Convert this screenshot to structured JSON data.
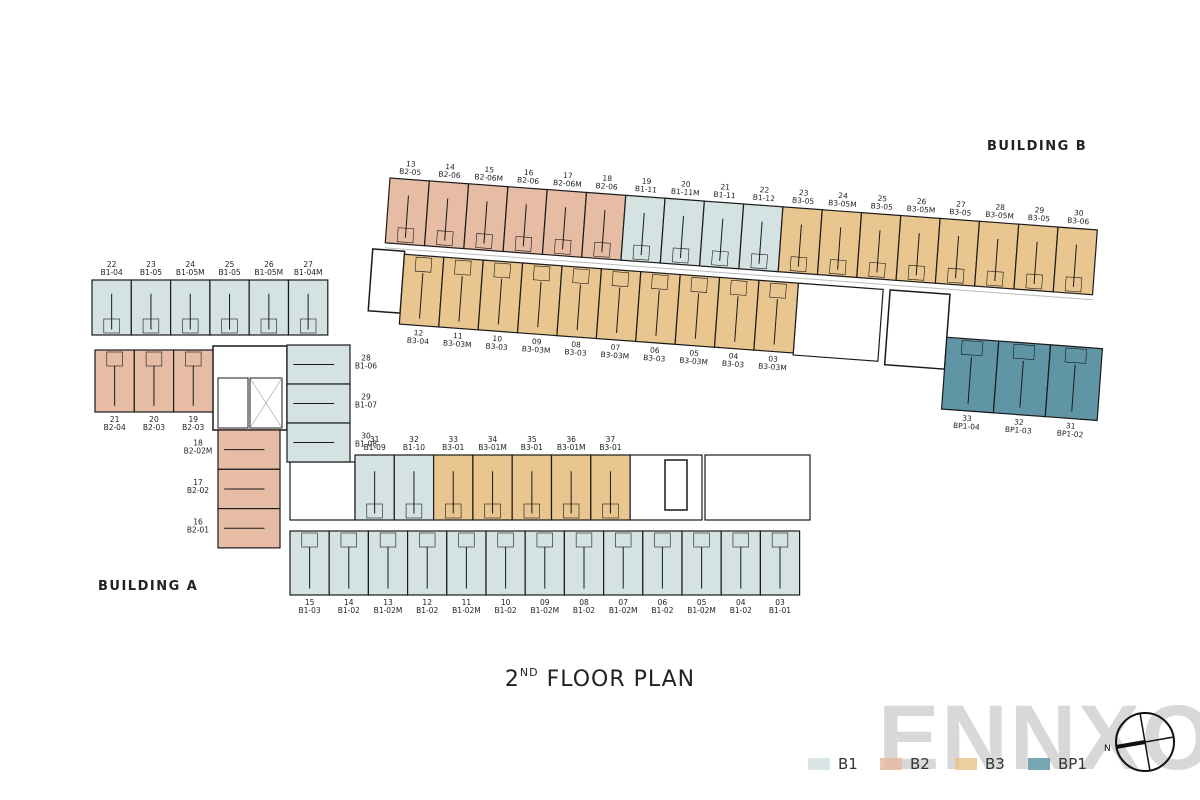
{
  "title": {
    "prefix": "2",
    "sup": "ND",
    "main": "FLOOR PLAN"
  },
  "buildings": {
    "a": "BUILDING A",
    "b": "BUILDING B"
  },
  "watermark": "ENNXO",
  "compass": {
    "label": "N",
    "icon": "north-arrow-compass-icon"
  },
  "colors": {
    "B1": "#d4e2e2",
    "B2": "#e6bca5",
    "B3": "#e9c68f",
    "BP1": "#5f95a5",
    "wall": "#1a1a1a",
    "watermark": "#d8d8d8"
  },
  "legend": [
    {
      "key": "B1",
      "label": "B1"
    },
    {
      "key": "B2",
      "label": "B2"
    },
    {
      "key": "B3",
      "label": "B3"
    },
    {
      "key": "BP1",
      "label": "BP1"
    }
  ],
  "building_b": {
    "north_units": [
      {
        "no": "13",
        "type": "B2-05"
      },
      {
        "no": "14",
        "type": "B2-06"
      },
      {
        "no": "15",
        "type": "B2-06M"
      },
      {
        "no": "16",
        "type": "B2-06"
      },
      {
        "no": "17",
        "type": "B2-06M"
      },
      {
        "no": "18",
        "type": "B2-06"
      },
      {
        "no": "19",
        "type": "B1-11"
      },
      {
        "no": "20",
        "type": "B1-11M"
      },
      {
        "no": "21",
        "type": "B1-11"
      },
      {
        "no": "22",
        "type": "B1-12"
      },
      {
        "no": "23",
        "type": "B3-05"
      },
      {
        "no": "24",
        "type": "B3-05M"
      },
      {
        "no": "25",
        "type": "B3-05"
      },
      {
        "no": "26",
        "type": "B3-05M"
      },
      {
        "no": "27",
        "type": "B3-05"
      },
      {
        "no": "28",
        "type": "B3-05M"
      },
      {
        "no": "29",
        "type": "B3-05"
      },
      {
        "no": "30",
        "type": "B3-06"
      }
    ],
    "south_units": [
      {
        "no": "12",
        "type": "B3-04"
      },
      {
        "no": "11",
        "type": "B3-03M"
      },
      {
        "no": "10",
        "type": "B3-03"
      },
      {
        "no": "09",
        "type": "B3-03M"
      },
      {
        "no": "08",
        "type": "B3-03"
      },
      {
        "no": "07",
        "type": "B3-03M"
      },
      {
        "no": "06",
        "type": "B3-03"
      },
      {
        "no": "05",
        "type": "B3-03M"
      },
      {
        "no": "04",
        "type": "B3-03"
      },
      {
        "no": "03",
        "type": "B3-03M"
      }
    ],
    "bp_units": [
      {
        "no": "33",
        "type": "BP1-04"
      },
      {
        "no": "32",
        "type": "BP1-03"
      },
      {
        "no": "31",
        "type": "BP1-02"
      }
    ]
  },
  "building_a": {
    "north_units": [
      {
        "no": "22",
        "type": "B1-04"
      },
      {
        "no": "23",
        "type": "B1-05"
      },
      {
        "no": "24",
        "type": "B1-05M"
      },
      {
        "no": "25",
        "type": "B1-05"
      },
      {
        "no": "26",
        "type": "B1-05M"
      },
      {
        "no": "27",
        "type": "B1-04M"
      }
    ],
    "west_row_units": [
      {
        "no": "21",
        "type": "B2-04"
      },
      {
        "no": "20",
        "type": "B2-03"
      },
      {
        "no": "19",
        "type": "B2-03"
      }
    ],
    "west_column_units": [
      {
        "no": "18",
        "type": "B2-02M"
      },
      {
        "no": "17",
        "type": "B2-02"
      },
      {
        "no": "16",
        "type": "B2-01"
      }
    ],
    "east_column_units": [
      {
        "no": "28",
        "type": "B1-06"
      },
      {
        "no": "29",
        "type": "B1-07"
      },
      {
        "no": "30",
        "type": "B1-08"
      }
    ],
    "middle_units": [
      {
        "no": "31",
        "type": "B1-09"
      },
      {
        "no": "32",
        "type": "B1-10"
      },
      {
        "no": "33",
        "type": "B3-01"
      },
      {
        "no": "34",
        "type": "B3-01M"
      },
      {
        "no": "35",
        "type": "B3-01"
      },
      {
        "no": "36",
        "type": "B3-01M"
      },
      {
        "no": "37",
        "type": "B3-01"
      }
    ],
    "south_units": [
      {
        "no": "15",
        "type": "B1-03"
      },
      {
        "no": "14",
        "type": "B1-02"
      },
      {
        "no": "13",
        "type": "B1-02M"
      },
      {
        "no": "12",
        "type": "B1-02"
      },
      {
        "no": "11",
        "type": "B1-02M"
      },
      {
        "no": "10",
        "type": "B1-02"
      },
      {
        "no": "09",
        "type": "B1-02M"
      },
      {
        "no": "08",
        "type": "B1-02"
      },
      {
        "no": "07",
        "type": "B1-02M"
      },
      {
        "no": "06",
        "type": "B1-02"
      },
      {
        "no": "05",
        "type": "B1-02M"
      },
      {
        "no": "04",
        "type": "B1-02"
      },
      {
        "no": "03",
        "type": "B1-01"
      }
    ]
  }
}
